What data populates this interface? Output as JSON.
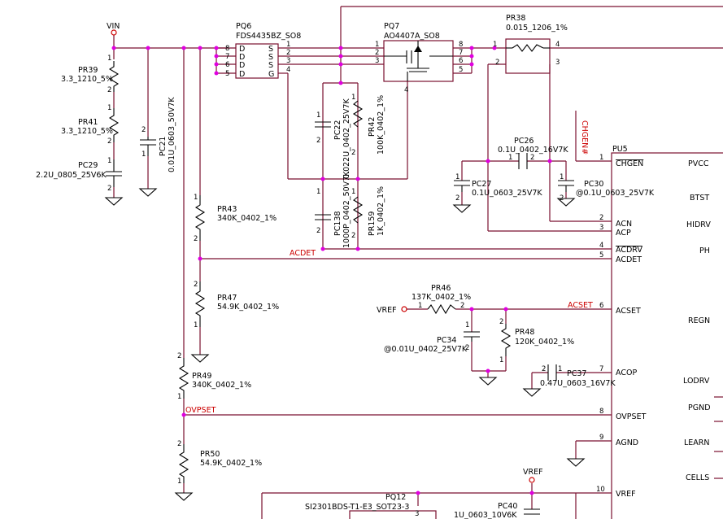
{
  "nets": {
    "vin": "VIN",
    "acdet": "ACDET",
    "acset": "ACSET",
    "ovpset": "OVPSET",
    "chgen": "CHGEN#",
    "vref_1": "VREF",
    "vref_2": "VREF"
  },
  "components": {
    "pr39": {
      "ref": "PR39",
      "value": "3.3_1210_5%"
    },
    "pr41": {
      "ref": "PR41",
      "value": "3.3_1210_5%"
    },
    "pc29": {
      "ref": "PC29",
      "value": "2.2U_0805_25V6K"
    },
    "pc21": {
      "ref": "PC21",
      "value": "0.01U_0603_50V7K"
    },
    "pq6": {
      "ref": "PQ6",
      "value": "FDS4435BZ_SO8"
    },
    "pq7": {
      "ref": "PQ7",
      "value": "AO4407A_SO8"
    },
    "pr38": {
      "ref": "PR38",
      "value": "0.015_1206_1%"
    },
    "pc22": {
      "ref": "PC22",
      "value": "0.022U_0402_25V7K"
    },
    "pr42": {
      "ref": "PR42",
      "value": "100K_0402_1%"
    },
    "pc138": {
      "ref": "PC138",
      "value": "1000P_0402_50V7K"
    },
    "pr159": {
      "ref": "PR159",
      "value": "1K_0402_1%"
    },
    "pr43": {
      "ref": "PR43",
      "value": "340K_0402_1%"
    },
    "pr47": {
      "ref": "PR47",
      "value": "54.9K_0402_1%"
    },
    "pr49": {
      "ref": "PR49",
      "value": "340K_0402_1%"
    },
    "pr50": {
      "ref": "PR50",
      "value": "54.9K_0402_1%"
    },
    "pc26": {
      "ref": "PC26",
      "value": "0.1U_0402_16V7K"
    },
    "pc27": {
      "ref": "PC27",
      "value": "0.1U_0603_25V7K"
    },
    "pc30": {
      "ref": "PC30",
      "value": "@0.1U_0603_25V7K"
    },
    "pr46": {
      "ref": "PR46",
      "value": "137K_0402_1%"
    },
    "pr48": {
      "ref": "PR48",
      "value": "120K_0402_1%"
    },
    "pc34": {
      "ref": "PC34",
      "value": "@0.01U_0402_25V7K"
    },
    "pc37": {
      "ref": "PC37",
      "value": "0.47U_0603_16V7K"
    },
    "pq12": {
      "ref": "PQ12",
      "value": "SI2301BDS-T1-E3_SOT23-3"
    },
    "pc40": {
      "ref": "PC40",
      "value": "1U_0603_10V6K"
    },
    "pu5": {
      "ref": "PU5"
    }
  },
  "pu5_left_pins": [
    {
      "num": "1",
      "name": "CHGEN"
    },
    {
      "num": "2",
      "name": "ACN"
    },
    {
      "num": "3",
      "name": "ACP"
    },
    {
      "num": "4",
      "name": "ACDRV"
    },
    {
      "num": "5",
      "name": "ACDET"
    },
    {
      "num": "6",
      "name": "ACSET"
    },
    {
      "num": "7",
      "name": "ACOP"
    },
    {
      "num": "8",
      "name": "OVPSET"
    },
    {
      "num": "9",
      "name": "AGND"
    },
    {
      "num": "10",
      "name": "VREF"
    }
  ],
  "pu5_right_pins": [
    "PVCC",
    "BTST",
    "HIDRV",
    "PH",
    "REGN",
    "LODRV",
    "PGND",
    "LEARN",
    "CELLS"
  ],
  "pq6_pins": {
    "drain_pins": [
      "8",
      "7",
      "6",
      "5"
    ],
    "drain_labels": [
      "D",
      "D",
      "D",
      "D"
    ],
    "side_pins": [
      "1",
      "2",
      "3",
      "4"
    ],
    "side_labels": [
      "S",
      "S",
      "S",
      "G"
    ]
  },
  "pq7_pins": {
    "left": [
      "1",
      "2",
      "3"
    ],
    "right": [
      "8",
      "7",
      "6",
      "5"
    ],
    "gate": "4"
  },
  "pr38_pins": [
    "1",
    "2",
    "3",
    "4"
  ],
  "pq12_pin": "3",
  "pin_numbers": [
    "1",
    "2"
  ]
}
